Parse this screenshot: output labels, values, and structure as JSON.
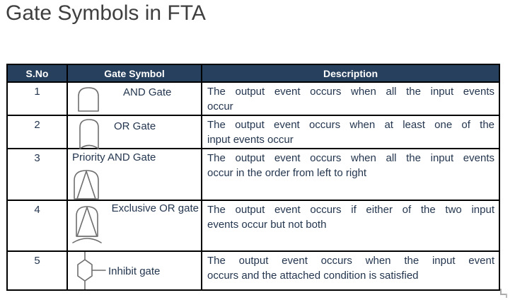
{
  "title": "Gate Symbols in FTA",
  "colors": {
    "header_bg": "#27405e",
    "header_text": "#ffffff",
    "body_text": "#24364f",
    "symbol_stroke": "#6e6e6e",
    "table_border": "#000000",
    "title_text": "#3f3f3f"
  },
  "table": {
    "headers": [
      "S.No",
      "Gate Symbol",
      "Description"
    ],
    "rows": [
      {
        "sno": "1",
        "gate_label": "AND Gate",
        "icon": "and-gate-icon",
        "desc_lines": [
          "The output event occurs when all the input events",
          "occur"
        ]
      },
      {
        "sno": "2",
        "gate_label": "OR Gate",
        "icon": "or-gate-icon",
        "desc_lines": [
          "The output event occurs when at least one of the",
          "input events occur"
        ]
      },
      {
        "sno": "3",
        "gate_label": "Priority AND Gate",
        "icon": "priority-and-gate-icon",
        "desc_lines": [
          "The output event occurs when all the input events",
          "occur in the order from left to right"
        ]
      },
      {
        "sno": "4",
        "gate_label": "Exclusive OR gate",
        "icon": "exclusive-or-gate-icon",
        "desc_lines": [
          "The output event occurs if either of the two input",
          "events occur but not both"
        ]
      },
      {
        "sno": "5",
        "gate_label": "Inhibit gate",
        "icon": "inhibit-gate-icon",
        "desc_lines": [
          "The output event occurs when the input event",
          "occurs and the attached condition is satisfied"
        ]
      }
    ]
  }
}
